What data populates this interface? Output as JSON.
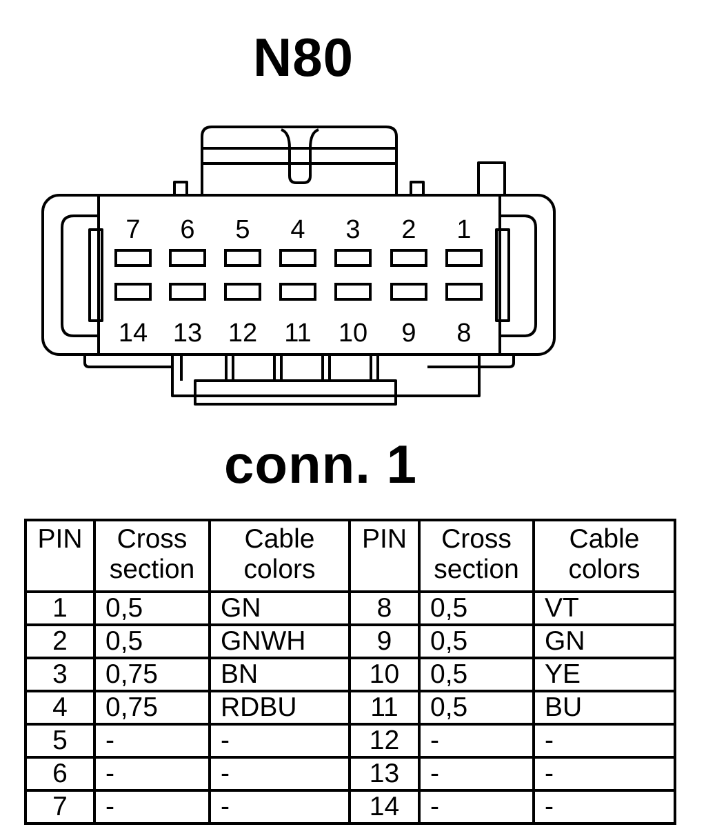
{
  "connector": {
    "name": "N80",
    "label": "conn. 1",
    "top_pins": [
      "7",
      "6",
      "5",
      "4",
      "3",
      "2",
      "1"
    ],
    "bottom_pins": [
      "14",
      "13",
      "12",
      "11",
      "10",
      "9",
      "8"
    ]
  },
  "table": {
    "headers": {
      "pin": "PIN",
      "cross_line1": "Cross",
      "cross_line2": "section",
      "cable_line1": "Cable",
      "cable_line2": "colors"
    },
    "rows": [
      {
        "pin_a": "1",
        "cross_a": "0,5",
        "color_a": "GN",
        "pin_b": "8",
        "cross_b": "0,5",
        "color_b": "VT"
      },
      {
        "pin_a": "2",
        "cross_a": "0,5",
        "color_a": "GNWH",
        "pin_b": "9",
        "cross_b": "0,5",
        "color_b": "GN"
      },
      {
        "pin_a": "3",
        "cross_a": "0,75",
        "color_a": "BN",
        "pin_b": "10",
        "cross_b": "0,5",
        "color_b": "YE"
      },
      {
        "pin_a": "4",
        "cross_a": "0,75",
        "color_a": "RDBU",
        "pin_b": "11",
        "cross_b": "0,5",
        "color_b": "BU"
      },
      {
        "pin_a": "5",
        "cross_a": "-",
        "color_a": "-",
        "pin_b": "12",
        "cross_b": "-",
        "color_b": "-"
      },
      {
        "pin_a": "6",
        "cross_a": "-",
        "color_a": "-",
        "pin_b": "13",
        "cross_b": "-",
        "color_b": "-"
      },
      {
        "pin_a": "7",
        "cross_a": "-",
        "color_a": "-",
        "pin_b": "14",
        "cross_b": "-",
        "color_b": "-"
      }
    ]
  }
}
